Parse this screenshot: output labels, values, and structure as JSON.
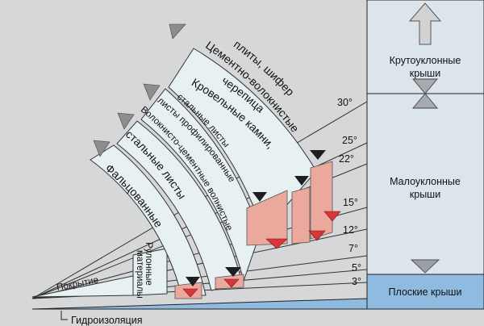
{
  "angles": [
    "30°",
    "25°",
    "22°",
    "15°",
    "12°",
    "7°",
    "5°",
    "3°"
  ],
  "zones": {
    "steep": [
      "Крутоуклонные",
      "крыши"
    ],
    "low": [
      "Малоуклонные",
      "крыши"
    ],
    "flat": "Плоские крыши"
  },
  "bands": {
    "cement": [
      "Цементно-волокнистые",
      "плиты, шифер"
    ],
    "roofing": [
      "Кровельные камни,",
      "черепица"
    ],
    "profiled": [
      "Волокнисто-цементные волнистые",
      "листы профилированные",
      "стальные листы"
    ],
    "seam": [
      "Фальцованные",
      "стальные листы"
    ],
    "rolled": [
      "Рулонные",
      "материалы"
    ],
    "cover": "Покрытие"
  },
  "waterproofing": "Гидроизоляция",
  "colors": {
    "band_fill": "#e7f1f2",
    "column_fill": "#dde5ec",
    "water_blue": "#8fbbe0",
    "pink_block": "#eba89d",
    "red_triangle": "#d9353d",
    "grey_triangle": "#9aa0a6",
    "dark_triangle": "#1e1e1e",
    "background": "#d5d7d9"
  }
}
